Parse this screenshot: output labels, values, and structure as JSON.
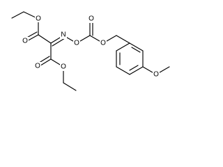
{
  "diagram": {
    "type": "chemical-structure",
    "atom_labels": {
      "O_top_carbonyl": "O",
      "O_top_ester": "O",
      "N_oxime": "N",
      "O_oxime": "O",
      "O_carbonate_top": "O",
      "O_carbonate_single": "O",
      "O_bottom_carbonyl": "O",
      "O_bottom_ester": "O",
      "O_methoxy": "O"
    }
  }
}
